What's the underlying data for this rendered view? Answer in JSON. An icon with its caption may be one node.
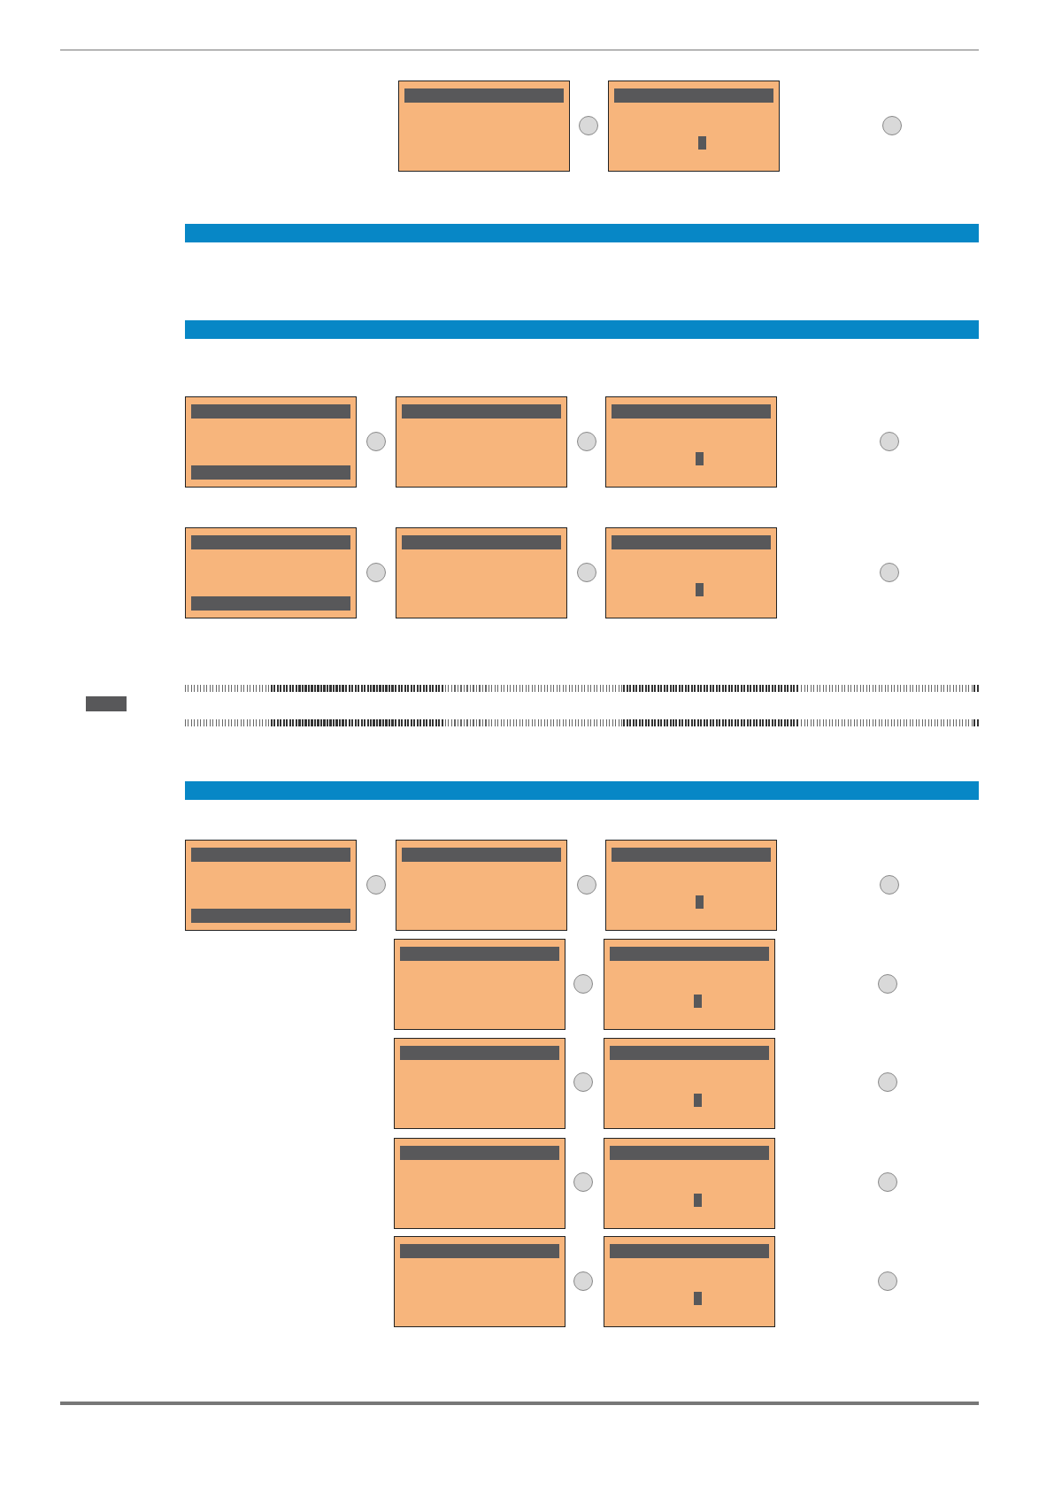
{
  "diagram": {
    "nodes": [
      {
        "text": [],
        "shape": "box"
      },
      {
        "text": [],
        "shape": "box"
      },
      {
        "text": [],
        "shape": "bar"
      },
      {
        "text": [],
        "shape": "bar"
      },
      {
        "text": [],
        "shape": "box"
      },
      {
        "text": [],
        "shape": "box"
      },
      {
        "text": [],
        "shape": "box"
      },
      {
        "text": [],
        "shape": "box"
      },
      {
        "text": [],
        "shape": "box"
      },
      {
        "text": [],
        "shape": "box"
      },
      {
        "text": [],
        "shape": "bar"
      },
      {
        "text": [],
        "shape": "bar"
      },
      {
        "text": [],
        "shape": "box"
      },
      {
        "text": [],
        "shape": "box"
      },
      {
        "text": [],
        "shape": "box"
      },
      {
        "text": [],
        "shape": "box"
      },
      {
        "text": [],
        "shape": "box"
      },
      {
        "text": [],
        "shape": "box"
      },
      {
        "text": [],
        "shape": "box"
      },
      {
        "text": [],
        "shape": "box"
      },
      {
        "text": [],
        "shape": "box"
      },
      {
        "text": [],
        "shape": "box"
      },
      {
        "text": [],
        "shape": "box"
      }
    ]
  }
}
